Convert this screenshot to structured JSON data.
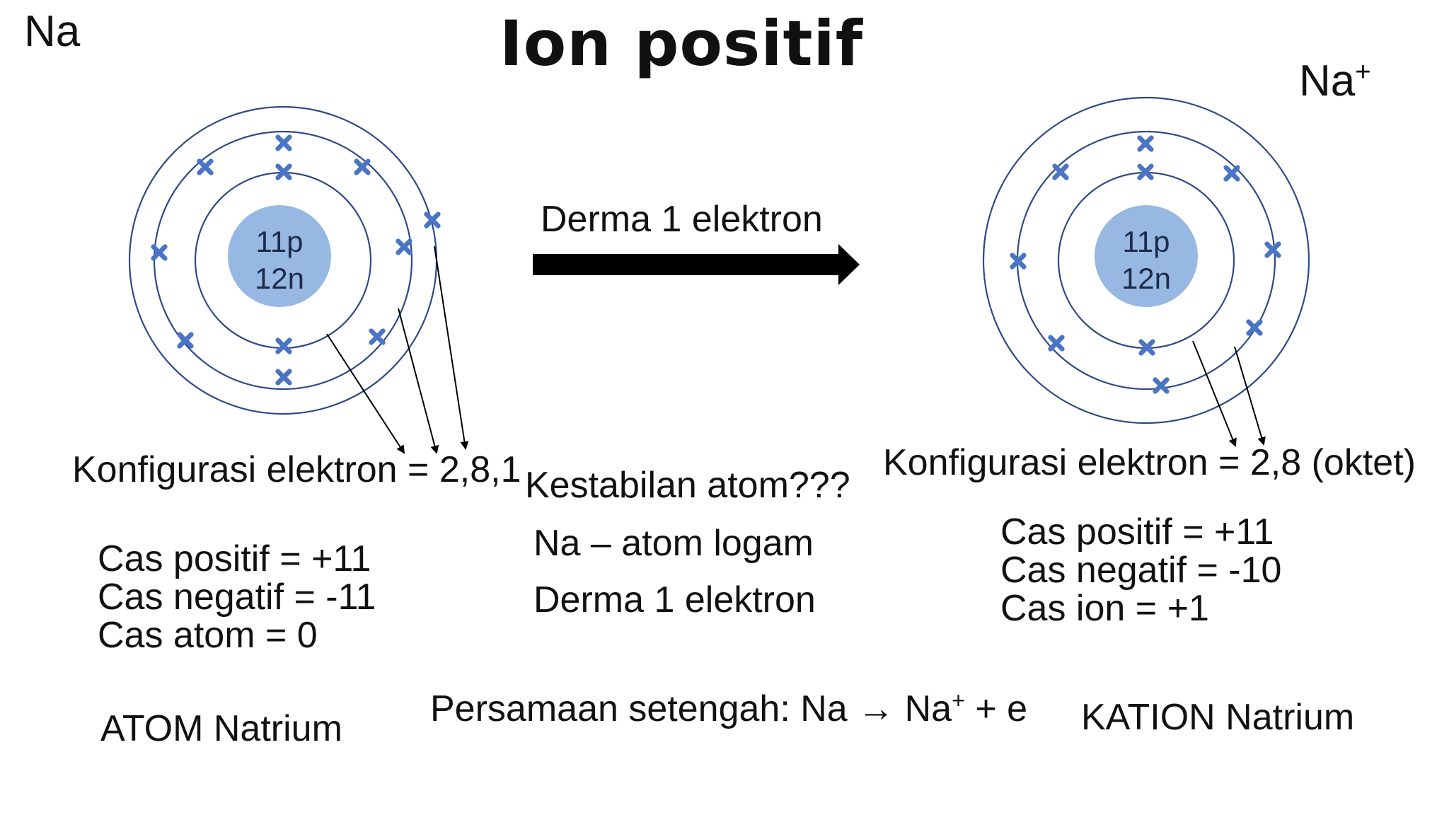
{
  "title": "Ion positif",
  "left": {
    "symbol": "Na",
    "nucleus": {
      "protons": "11p",
      "neutrons": "12n"
    },
    "shells": [
      2,
      8,
      1
    ],
    "configuration": "Konfigurasi elektron = 2,8,1",
    "charges": [
      "Cas positif = +11",
      "Cas negatif = -11",
      "Cas atom = 0"
    ],
    "caption": "ATOM Natrium"
  },
  "middle": {
    "arrow_label": "Derma 1 elektron",
    "notes": [
      "Kestabilan atom???",
      "Na – atom logam",
      "Derma 1 elektron"
    ],
    "equation": {
      "prefix": "Persamaan setengah: Na",
      "arrow": "→",
      "ion": "Na",
      "ion_charge": "+",
      "suffix": " + e"
    }
  },
  "right": {
    "symbol": "Na",
    "charge": "+",
    "nucleus": {
      "protons": "11p",
      "neutrons": "12n"
    },
    "shells": [
      2,
      8
    ],
    "configuration": "Konfigurasi elektron = 2,8 (oktet)",
    "charges": [
      "Cas positif = +11",
      "Cas negatif = -10",
      "Cas ion = +1"
    ],
    "caption": "KATION Natrium"
  },
  "colors": {
    "shell": "#2e4a86",
    "nucleus": "#97b8e3",
    "electron": "#4a74c4",
    "text": "#111111"
  }
}
